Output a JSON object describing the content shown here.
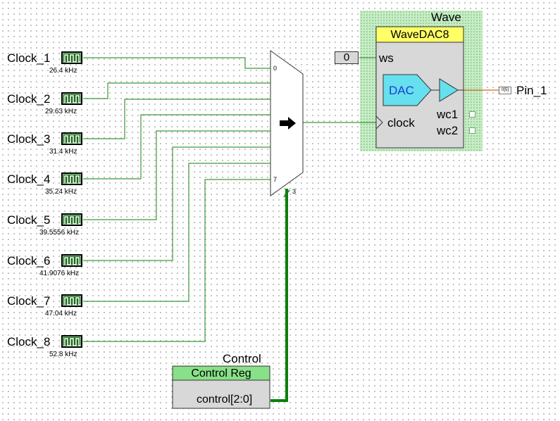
{
  "clocks": [
    {
      "name": "Clock_1",
      "freq": "26.4 kHz"
    },
    {
      "name": "Clock_2",
      "freq": "29.63 kHz"
    },
    {
      "name": "Clock_3",
      "freq": "31.4 kHz"
    },
    {
      "name": "Clock_4",
      "freq": "35.24 kHz"
    },
    {
      "name": "Clock_5",
      "freq": "39.5556 kHz"
    },
    {
      "name": "Clock_6",
      "freq": "41.9076 kHz"
    },
    {
      "name": "Clock_7",
      "freq": "47.04 kHz"
    },
    {
      "name": "Clock_8",
      "freq": "52.8 kHz"
    }
  ],
  "mux": {
    "first_input": "0",
    "last_input": "7",
    "select_width": "3"
  },
  "wave": {
    "instance": "Wave",
    "component": "WaveDAC8",
    "ws_label": "ws",
    "ws_const": "0",
    "dac_label": "DAC",
    "clock_label": "clock",
    "wc1_label": "wc1",
    "wc2_label": "wc2"
  },
  "output_pin": {
    "name": "Pin_1",
    "index": "0[5]"
  },
  "control": {
    "instance": "Control",
    "component": "Control Reg",
    "port": "control[2:0]"
  },
  "colors": {
    "wire": "#3a9a3a",
    "bus": "#0b800b",
    "analog_wire": "#d2691e",
    "dac_fill": "#66e0ee",
    "wave_header": "#ffff66",
    "control_header": "#88e088",
    "component_body": "#d8d8d8",
    "clock_symbol": "#1b6b1b"
  }
}
